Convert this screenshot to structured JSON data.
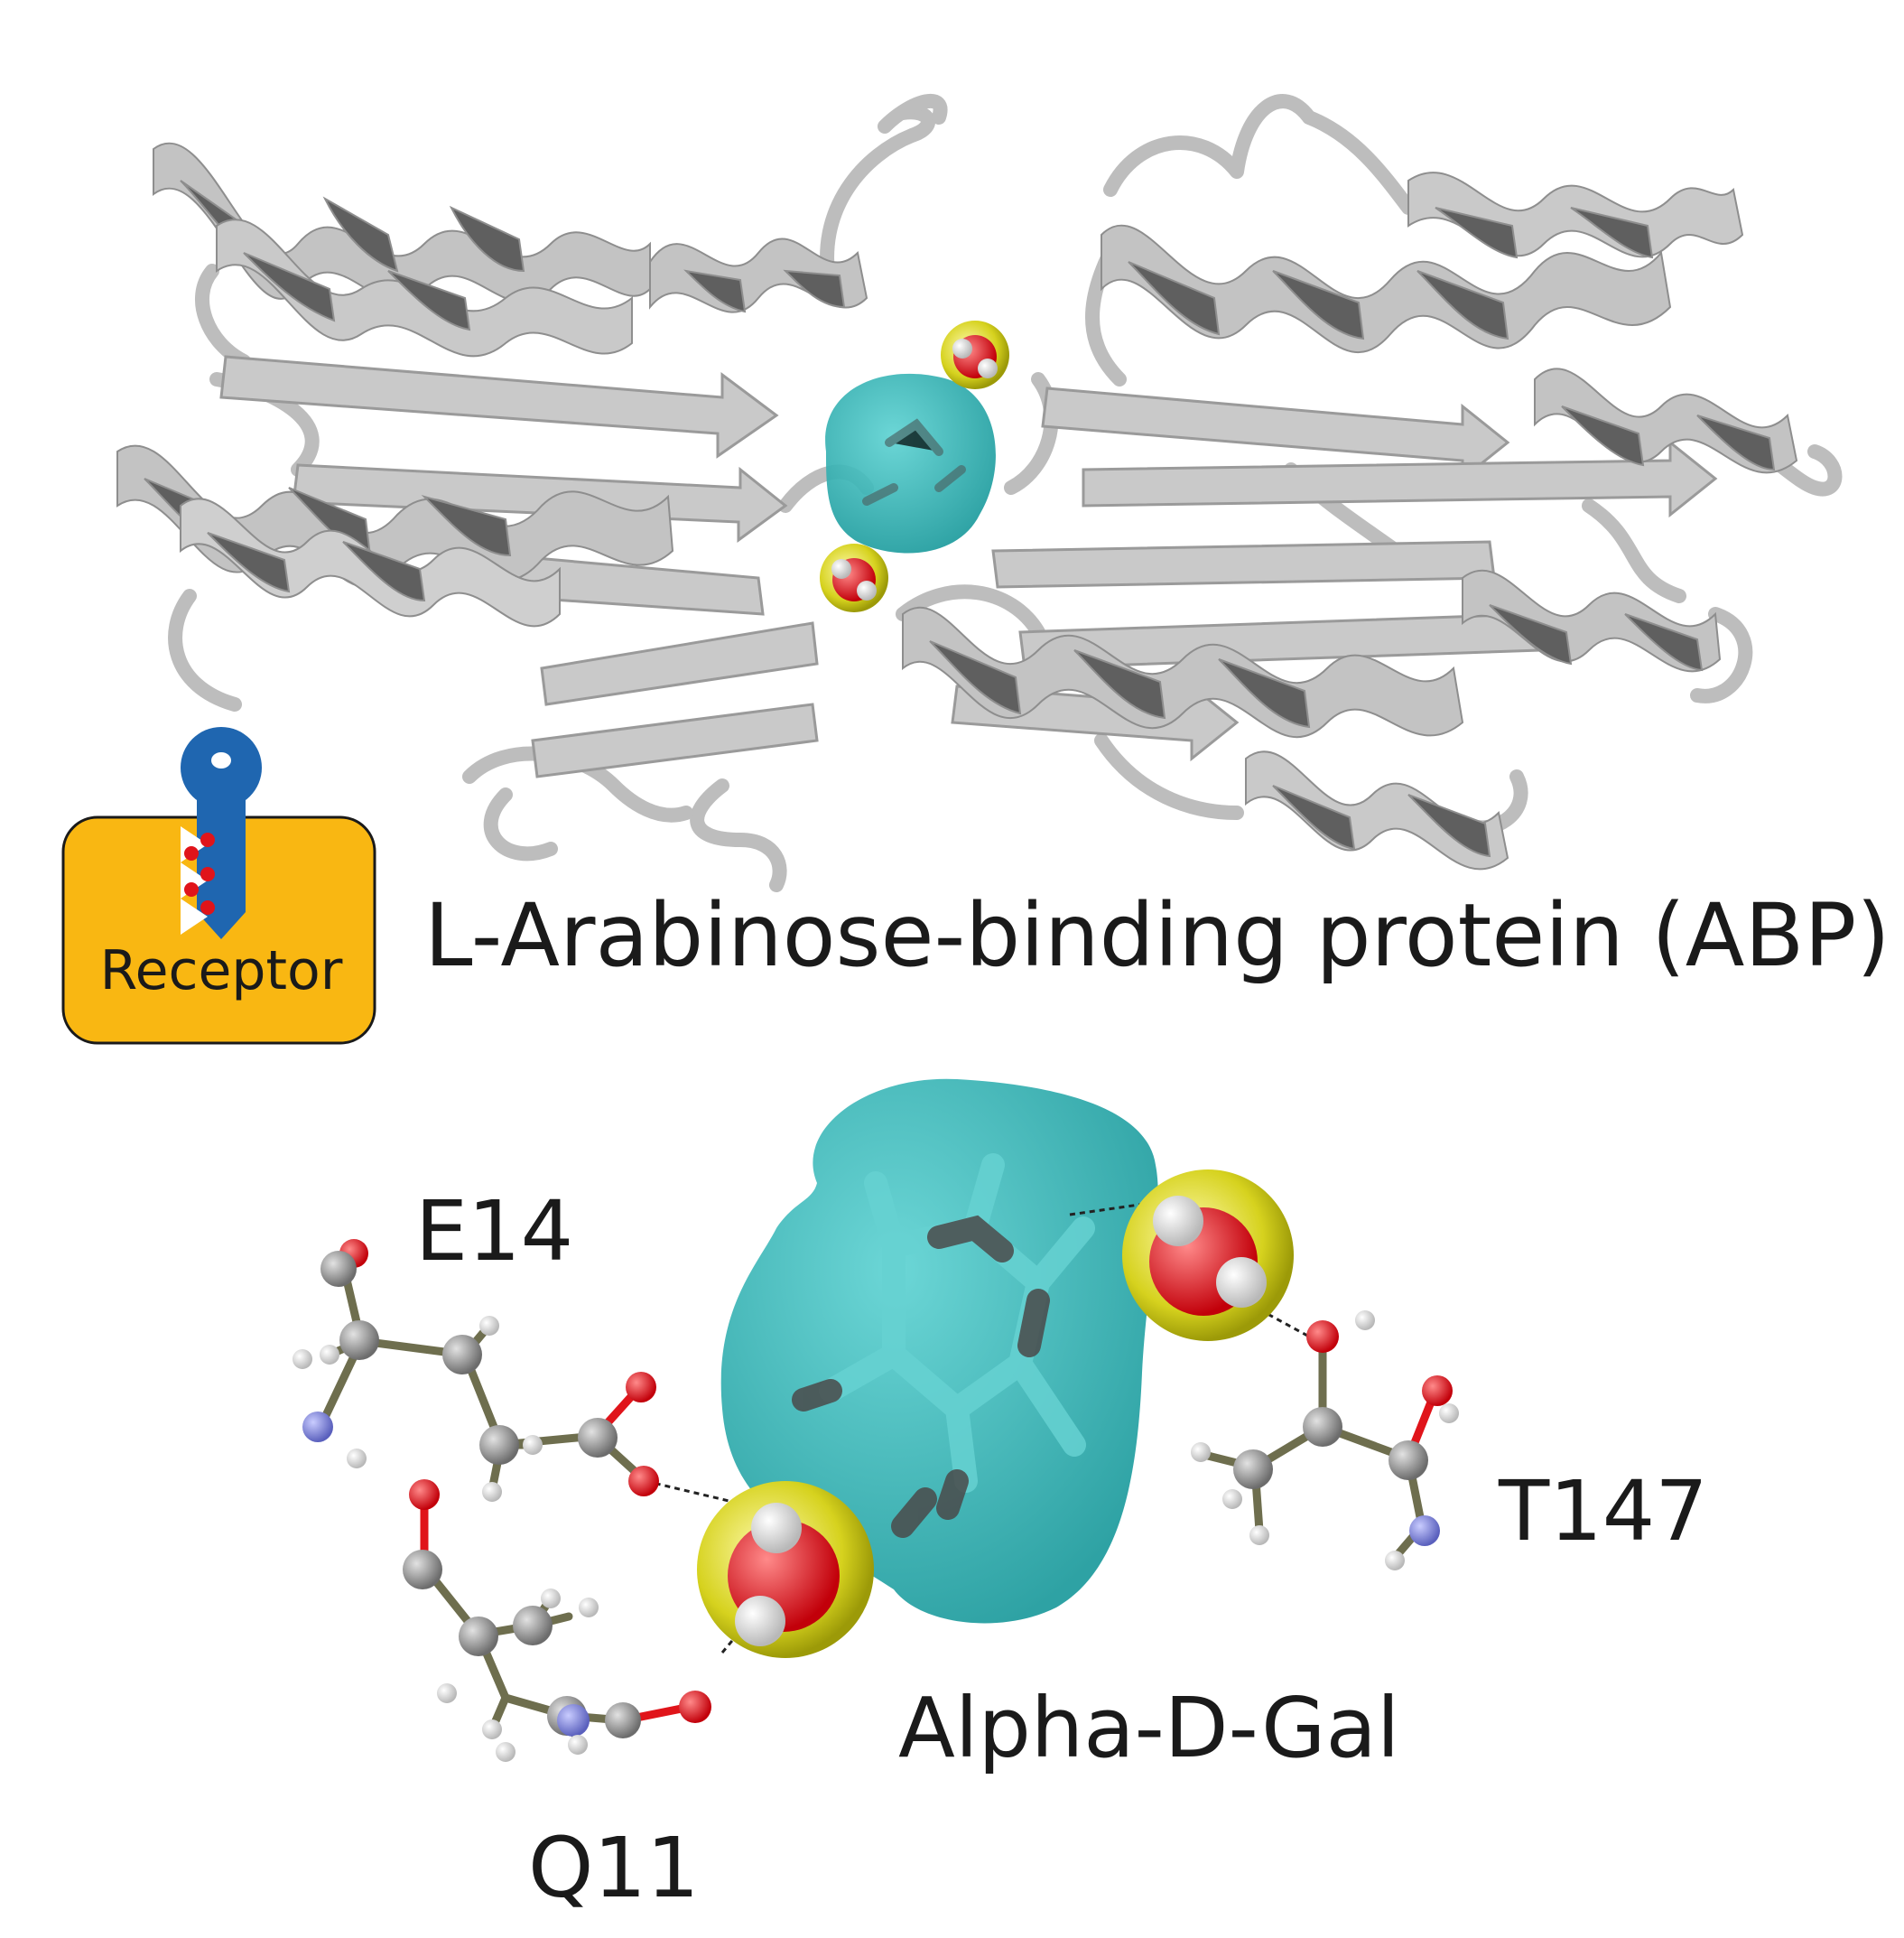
{
  "receptor_badge": {
    "label": "Receptor",
    "fill": "#F9B712",
    "key_color": "#1F66B0"
  },
  "protein": {
    "title": "L-Arabinose-binding protein (ABP)",
    "ribbon_color": "#BDBDBD",
    "ribbon_dark": "#5F5F5F"
  },
  "pocket": {
    "surface_color": "#2BAFAF"
  },
  "ligand": {
    "label": "Alpha-D-Gal"
  },
  "residues": [
    {
      "id": "e14",
      "label": "E14"
    },
    {
      "id": "t147",
      "label": "T147"
    },
    {
      "id": "q11",
      "label": "Q11"
    }
  ],
  "atom_colors": {
    "carbon": "#8C8C8C",
    "oxygen": "#E0141A",
    "nitrogen": "#7D82D8",
    "hydrogen": "#EDEDED",
    "water_halo": "#D8D61E"
  }
}
